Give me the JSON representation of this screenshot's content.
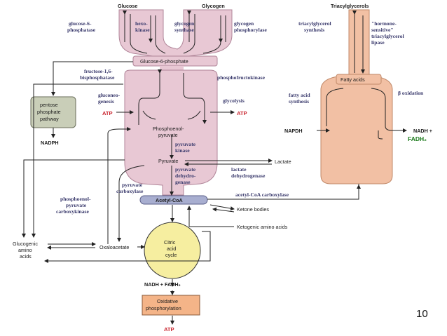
{
  "labels": {
    "glucose": "Glucose",
    "glycogen": "Glycogen",
    "triacylglycerols": "Triacylglycerols",
    "g6pase_1": "glucose-6-",
    "g6pase_2": "phosphatase",
    "hexokinase_1": "hexo-",
    "hexokinase_2": "kinase",
    "glyc_synth_1": "glycogen",
    "glyc_synth_2": "synthase",
    "glyc_phos_1": "glycogen",
    "glyc_phos_2": "phosphorylase",
    "tag_synth_1": "triacylglycerol",
    "tag_synth_2": "synthesis",
    "hsl_1": "\"hormone-",
    "hsl_2": "sensitive\"",
    "hsl_3": "triacylglycerol",
    "hsl_4": "lipase",
    "g6p": "Glucose-6-phosphate",
    "fatty_acids": "Fatty acids",
    "fbpase_1": "fructose-1,6-",
    "fbpase_2": "bisphosphatase",
    "pfk": "phosphofructokinase",
    "ppp_1": "pentose",
    "ppp_2": "phosphate",
    "ppp_3": "pathway",
    "gluconeo_1": "gluconeo-",
    "gluconeo_2": "genesis",
    "glycolysis": "glycolysis",
    "atp_left": "ATP",
    "atp_right": "ATP",
    "fa_synth_1": "fatty acid",
    "fa_synth_2": "synthesis",
    "beta_ox": "β oxidation",
    "pep_1": "Phosphoenol-",
    "pep_2": "pyruvate",
    "pk_1": "pyruvate",
    "pk_2": "kinase",
    "napdh": "NAPDH",
    "nadh_right": "NADH +",
    "fadh2_green": "FADH₂",
    "nadph": "NADPH",
    "pyruvate": "Pyruvate",
    "lactate": "Lactate",
    "ldh_1": "pyruvate",
    "ldh_2": "dehydro-",
    "ldh_3": "genase",
    "lac_dh_1": "lactate",
    "lac_dh_2": "dehydrogenase",
    "pc_1": "pyruvate",
    "pc_2": "carboxylase",
    "acc": "acetyl-CoA carboxylase",
    "pepck_1": "phosphoenol-",
    "pepck_2": "pyruvate",
    "pepck_3": "carboxykinase",
    "acetyl_coa": "Acetyl-CoA",
    "ketone_bodies": "Ketone bodies",
    "ketogenic_aa": "Ketogenic amino acids",
    "glucogenic_1": "Glucogenic",
    "glucogenic_2": "amino",
    "glucogenic_3": "acids",
    "oxaloacetate": "Oxaloacetate",
    "tca_1": "Citric",
    "tca_2": "acid",
    "tca_3": "cycle",
    "nadh_fadh2": "NADH + FADH₂",
    "oxphos_1": "Oxidative",
    "oxphos_2": "phosphorylation",
    "atp_bottom": "ATP",
    "page_number": "10"
  },
  "colors": {
    "pink_fill": "#e8c8d4",
    "pink_stroke": "#b08498",
    "peach_fill": "#f2c0a4",
    "peach_stroke": "#c08868",
    "grey_fill": "#c9ceb8",
    "acetyl_fill": "#a8aed0",
    "tca_fill": "#f6eea0",
    "oxphos_fill": "#f4b488",
    "red_text": "#c8202a",
    "green_text": "#1a7a1a"
  }
}
